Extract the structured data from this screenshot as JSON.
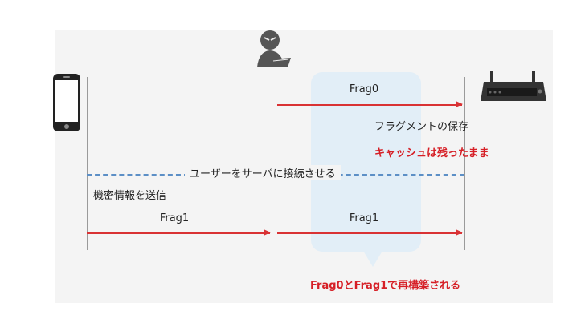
{
  "labels": {
    "frag0": "Frag0",
    "store_fragment": "フラグメントの保存",
    "cache_remains": "キャッシュは残ったまま",
    "connect_user": "ユーザーをサーバに接続させる",
    "send_secret": "機密情報を送信",
    "frag1_left": "Frag1",
    "frag1_right": "Frag1",
    "reconstructed": "Frag0とFrag1で再構築される"
  },
  "icons": {
    "client": "smartphone-icon",
    "attacker": "hacker-icon",
    "server": "router-icon"
  },
  "colors": {
    "arrow": "#d93234",
    "accent_text": "#d61f26",
    "dashed_line": "#5c8fc6",
    "bubble": "#e2eef7"
  }
}
